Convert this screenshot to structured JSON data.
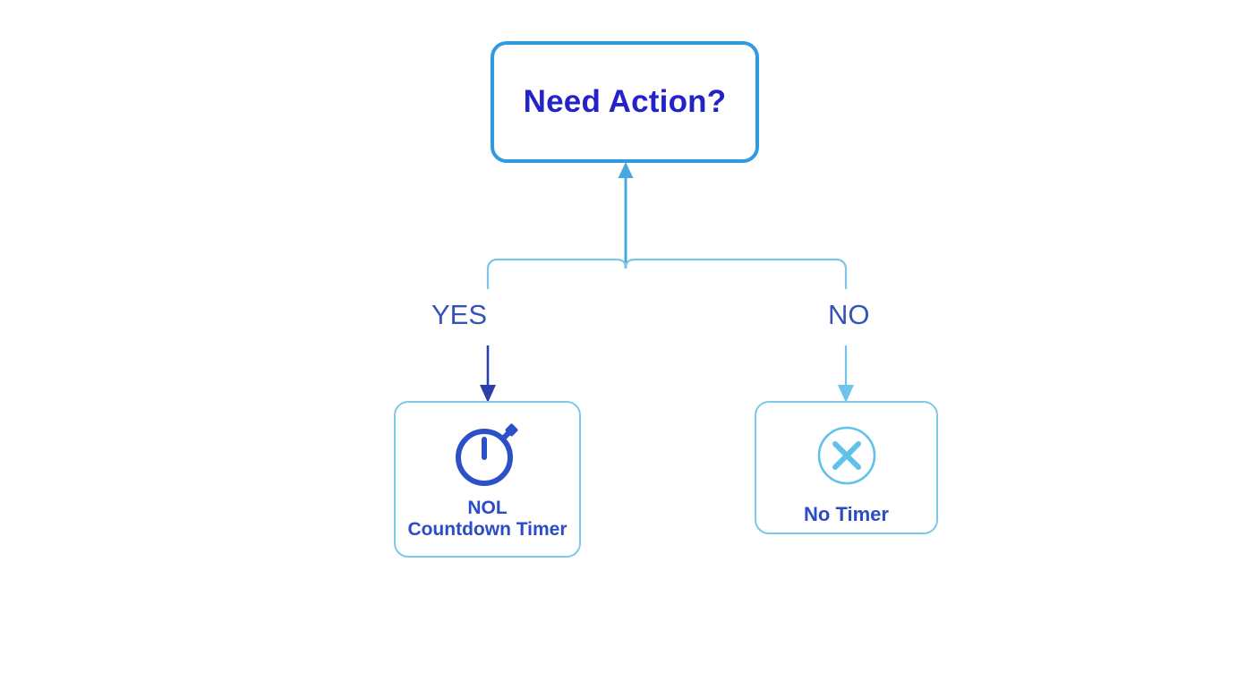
{
  "diagram": {
    "type": "decision-flowchart",
    "background_color": "#ffffff",
    "decision": {
      "title": "Need Action?",
      "text_color": "#2323c8",
      "border_color": "#2e9be0"
    },
    "branches": [
      {
        "key": "yes",
        "label": "YES",
        "label_color": "#3552bb",
        "arrow_color": "#2b3fa8"
      },
      {
        "key": "no",
        "label": "NO",
        "label_color": "#3552bb",
        "arrow_color": "#6ec4ea"
      }
    ],
    "outcomes": [
      {
        "key": "yes",
        "icon": "stopwatch-icon",
        "icon_color": "#2b50c8",
        "label_line1": "NOL",
        "label_line2": "Countdown Timer",
        "text_color": "#2b4cc4",
        "border_color": "#7ec9e8"
      },
      {
        "key": "no",
        "icon": "circle-x-icon",
        "icon_color": "#5ec2ea",
        "label_line1": "No Timer",
        "label_line2": "",
        "text_color": "#2b4cc4",
        "border_color": "#7ec9e8"
      }
    ],
    "connectors": {
      "trunk_color": "#4aa8e0",
      "split_color": "#7ec4e6"
    }
  }
}
